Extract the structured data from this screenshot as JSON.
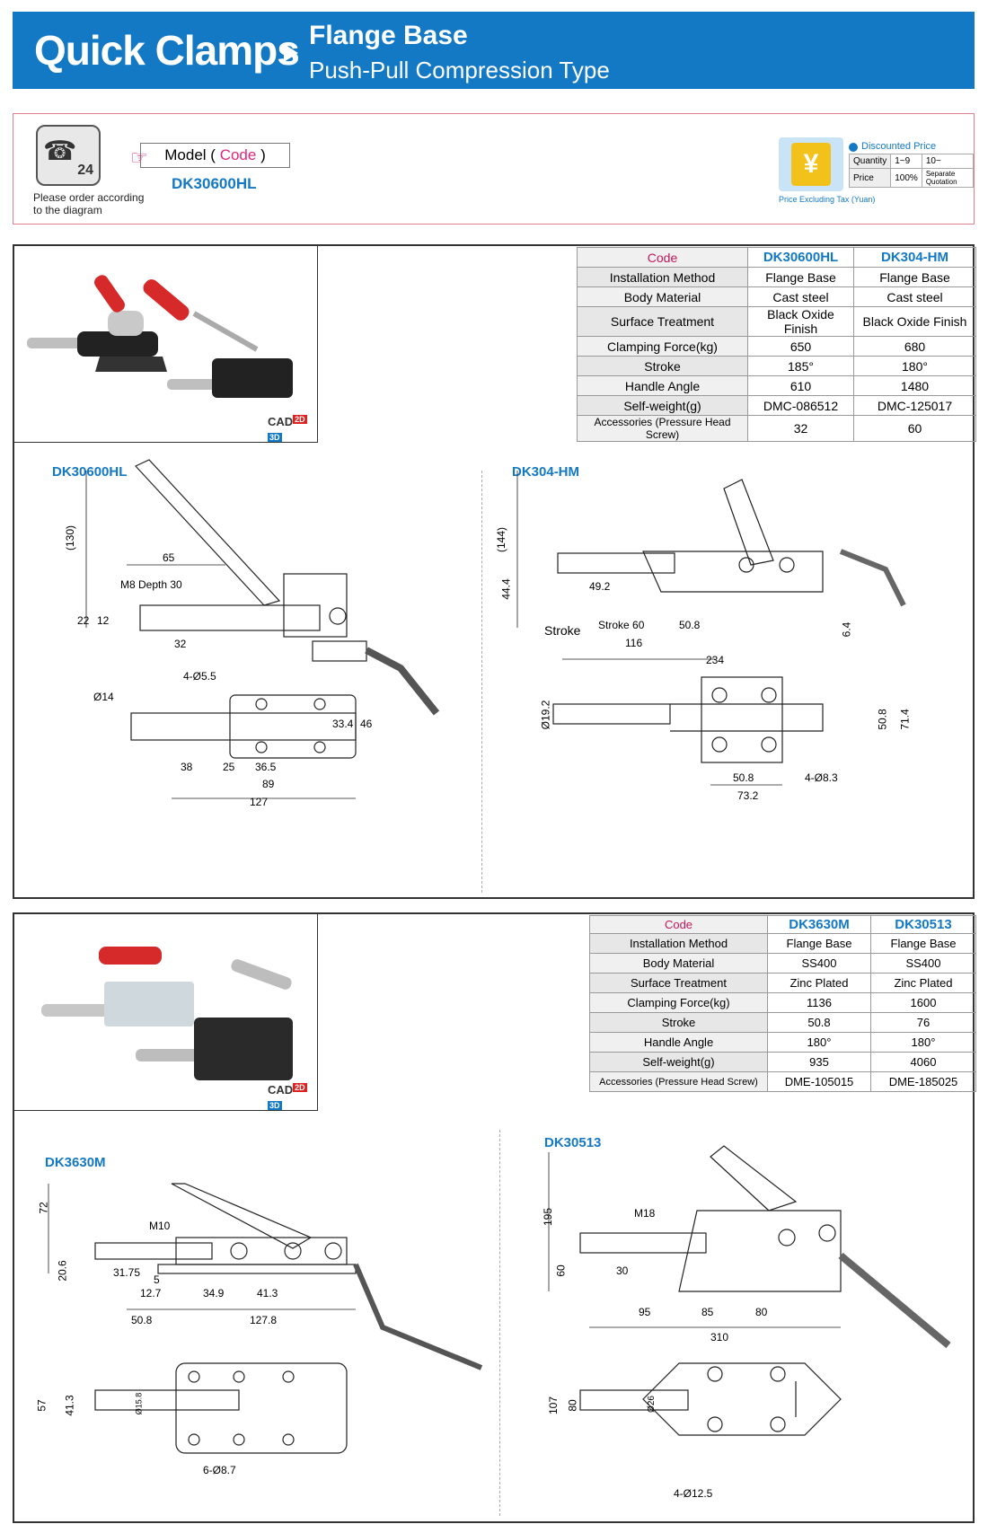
{
  "header": {
    "title": "Quick Clamps",
    "subtitle1": "Flange Base",
    "subtitle2": "Push-Pull Compression Type"
  },
  "order": {
    "phone_number": "24",
    "note": "Please order according to the diagram",
    "model_prefix": "Model (",
    "model_code_word": "Code",
    "model_suffix": ")",
    "model_value": "DK30600HL",
    "yen_symbol": "¥",
    "tax_note": "Price Excluding Tax (Yuan)",
    "discount_label": "Discounted Price",
    "price_table": [
      [
        "Quantity",
        "1~9",
        "10~"
      ],
      [
        "Price",
        "100%",
        "Separate Quotation"
      ]
    ]
  },
  "panel1": {
    "cad": "CAD",
    "cad2d": "2D",
    "cad3d": "3D",
    "table": {
      "header": [
        "Code",
        "DK30600HL",
        "DK304-HM"
      ],
      "rows": [
        [
          "Installation Method",
          "Flange Base",
          "Flange Base"
        ],
        [
          "Body Material",
          "Cast steel",
          "Cast steel"
        ],
        [
          "Surface Treatment",
          "Black Oxide Finish",
          "Black Oxide Finish"
        ],
        [
          "Clamping Force(kg)",
          "650",
          "680"
        ],
        [
          "Stroke",
          "185°",
          "180°"
        ],
        [
          "Handle Angle",
          "610",
          "1480"
        ],
        [
          "Self-weight(g)",
          "DMC-086512",
          "DMC-125017"
        ],
        [
          "Accessories (Pressure Head Screw)",
          "32",
          "60"
        ]
      ]
    },
    "left_label": "DK30600HL",
    "right_label": "DK304-HM",
    "left_dims": [
      "(130)",
      "65",
      "M8 Depth 30",
      "22",
      "12",
      "32",
      "4-Ø5.5",
      "Ø14",
      "33.4",
      "46",
      "38",
      "25",
      "36.5",
      "89",
      "127"
    ],
    "right_dims": [
      "(144)",
      "44.4",
      "49.2",
      "Stroke",
      "Stroke 60",
      "50.8",
      "6.4",
      "116",
      "234",
      "Ø19.2",
      "50.8",
      "71.4",
      "50.8",
      "4-Ø8.3",
      "73.2"
    ]
  },
  "panel2": {
    "cad": "CAD",
    "cad2d": "2D",
    "cad3d": "3D",
    "table": {
      "header": [
        "Code",
        "DK3630M",
        "DK30513"
      ],
      "rows": [
        [
          "Installation Method",
          "Flange Base",
          "Flange Base"
        ],
        [
          "Body Material",
          "SS400",
          "SS400"
        ],
        [
          "Surface Treatment",
          "Zinc Plated",
          "Zinc Plated"
        ],
        [
          "Clamping Force(kg)",
          "1136",
          "1600"
        ],
        [
          "Stroke",
          "50.8",
          "76"
        ],
        [
          "Handle Angle",
          "180°",
          "180°"
        ],
        [
          "Self-weight(g)",
          "935",
          "4060"
        ],
        [
          "Accessories (Pressure Head Screw)",
          "DME-105015",
          "DME-185025"
        ]
      ]
    },
    "left_label": "DK3630M",
    "right_label": "DK30513",
    "left_dims": [
      "72",
      "M10",
      "20.6",
      "31.75",
      "5",
      "12.7",
      "34.9",
      "41.3",
      "50.8",
      "127.8",
      "57",
      "41.3",
      "Ø15.8",
      "6-Ø8.7"
    ],
    "right_dims": [
      "195",
      "M18",
      "60",
      "30",
      "95",
      "85",
      "80",
      "310",
      "107",
      "80",
      "Ø26",
      "4-Ø12.5"
    ]
  },
  "colors": {
    "brand_blue": "#1479c4",
    "code_pink": "#e0287a",
    "handle_red": "#d62a2a"
  }
}
